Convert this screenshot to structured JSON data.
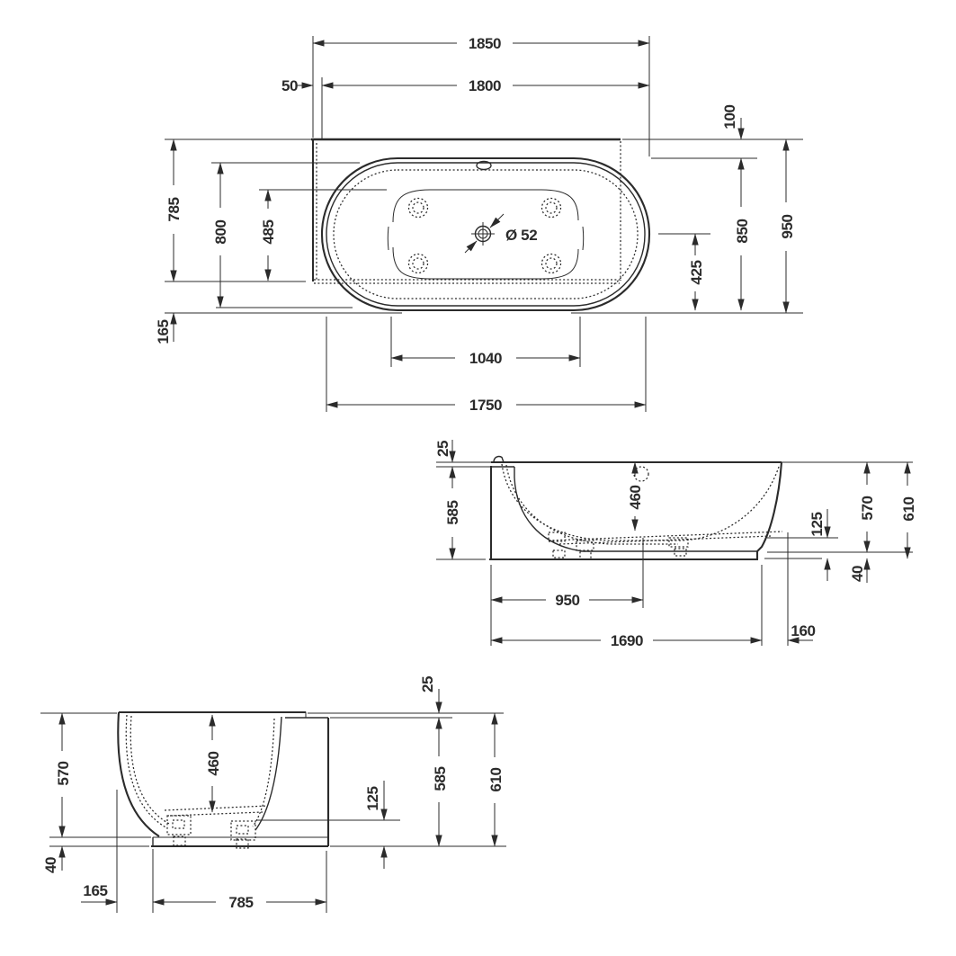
{
  "title": "bathtub-technical-drawing",
  "colors": {
    "ink": "#2b2b2b",
    "background": "#ffffff"
  },
  "plan": {
    "overall_length": "1850",
    "tub_length": "1800",
    "back_ledge": "50",
    "back_gap": "100",
    "panel_depth": "785",
    "inner_width": "800",
    "basin_to_front": "485",
    "front_overhang": "165",
    "tub_width": "850",
    "overall_depth": "950",
    "drain_to_front": "425",
    "floor_length": "1040",
    "inner_length": "1750",
    "drain_diameter": "Ø 52"
  },
  "side": {
    "rim_lip": "25",
    "apron_height": "585",
    "inner_depth": "460",
    "floor_clearance": "125",
    "body_height": "570",
    "overall_height": "610",
    "plinth_height": "40",
    "drain_position": "950",
    "base_length": "1690",
    "end_clearance": "160"
  },
  "end": {
    "body_height": "570",
    "inner_depth": "460",
    "plinth_height": "40",
    "side_clearance": "165",
    "base_width": "785",
    "floor_clearance": "125",
    "rim_lip": "25",
    "apron_height": "585",
    "overall_height": "610"
  }
}
